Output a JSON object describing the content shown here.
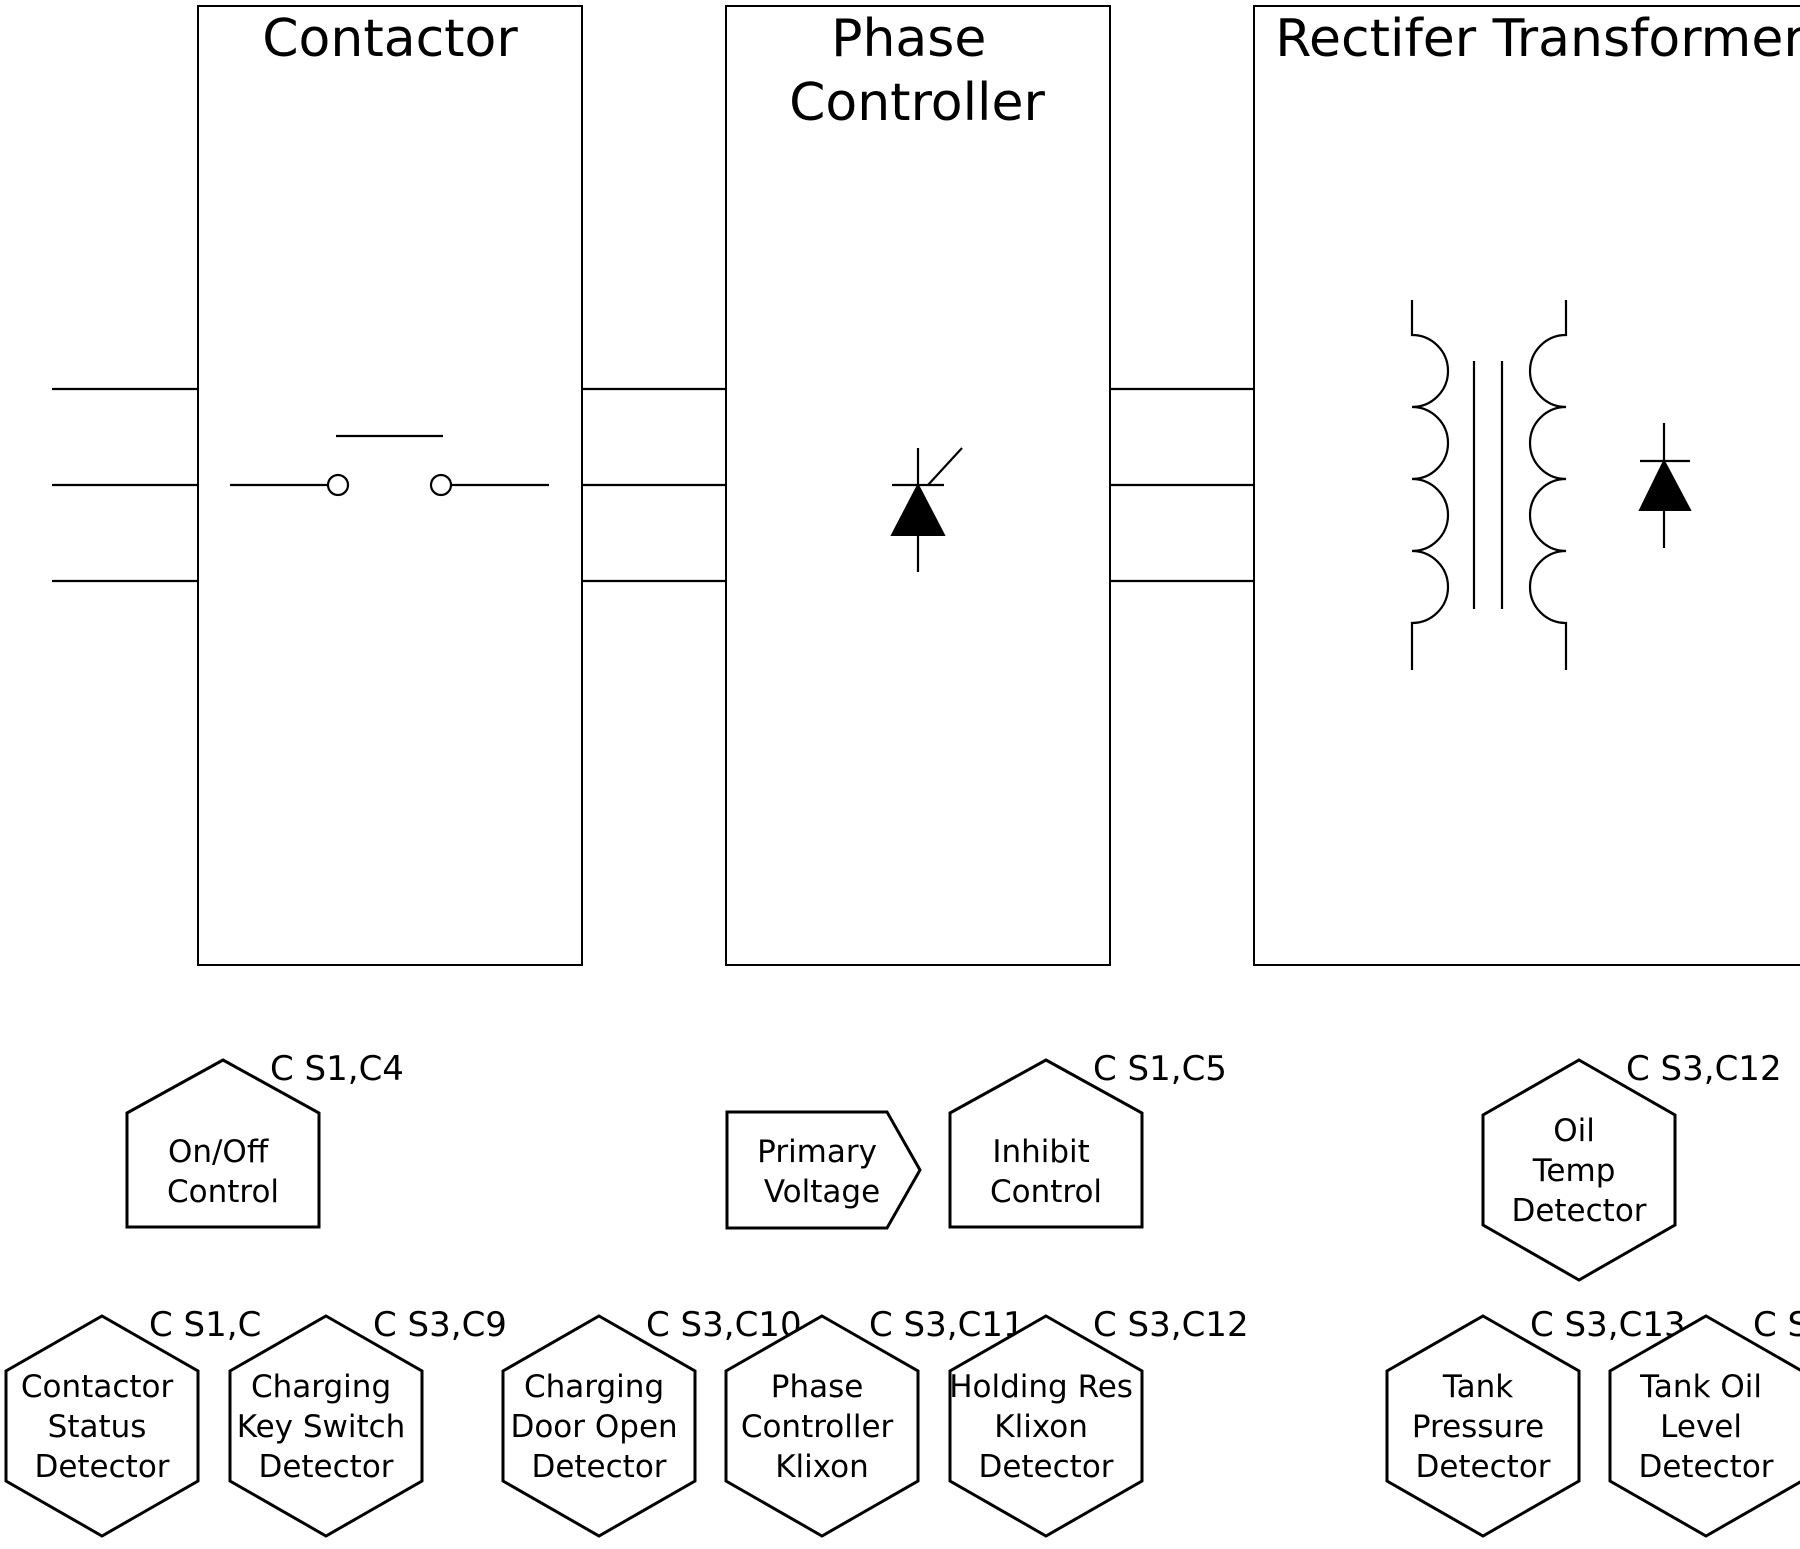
{
  "blocks": {
    "contactor": {
      "title": [
        "Contactor"
      ]
    },
    "phase_controller": {
      "title": [
        "Phase",
        "Controller"
      ]
    },
    "rectifier_transformer": {
      "title": [
        "Rectifer Transformer"
      ]
    }
  },
  "signals": {
    "on_off": {
      "label": [
        "On/Off",
        "Control"
      ],
      "tag": "C  S1,C4",
      "shape": "pentagon"
    },
    "primary_voltage": {
      "label": [
        "Primary",
        "Voltage"
      ],
      "tag": "",
      "shape": "arrow-pentagon"
    },
    "inhibit": {
      "label": [
        "Inhibit",
        "Control"
      ],
      "tag": "C  S1,C5",
      "shape": "pentagon"
    },
    "oil_temp": {
      "label": [
        "Oil",
        "Temp",
        "Detector"
      ],
      "tag": "C  S3,C12",
      "shape": "hexagon"
    },
    "contactor_status": {
      "label": [
        "Contactor",
        "Status",
        "Detector"
      ],
      "tag": "C  S1,C",
      "shape": "hexagon"
    },
    "charging_key": {
      "label": [
        "Charging",
        "Key Switch",
        "Detector"
      ],
      "tag": "C  S3,C9",
      "shape": "hexagon"
    },
    "charging_door": {
      "label": [
        "Charging",
        "Door Open",
        "Detector"
      ],
      "tag": "C  S3,C10",
      "shape": "hexagon"
    },
    "phase_klixon": {
      "label": [
        "Phase",
        "Controller",
        "Klixon"
      ],
      "tag": "C  S3,C11",
      "shape": "hexagon"
    },
    "holding_res": {
      "label": [
        "Holding Res",
        "Klixon",
        "Detector"
      ],
      "tag": "C  S3,C12",
      "shape": "hexagon"
    },
    "tank_pressure": {
      "label": [
        "Tank",
        "Pressure",
        "Detector"
      ],
      "tag": "C  S3,C13",
      "shape": "hexagon"
    },
    "tank_oil": {
      "label": [
        "Tank Oil",
        "Level",
        "Detector"
      ],
      "tag": "C  S",
      "shape": "hexagon"
    }
  },
  "icons": [
    "contact-switch-icon",
    "thyristor-icon",
    "transformer-icon",
    "diode-icon"
  ],
  "colors": {
    "stroke": "#000000",
    "background": "#ffffff"
  }
}
